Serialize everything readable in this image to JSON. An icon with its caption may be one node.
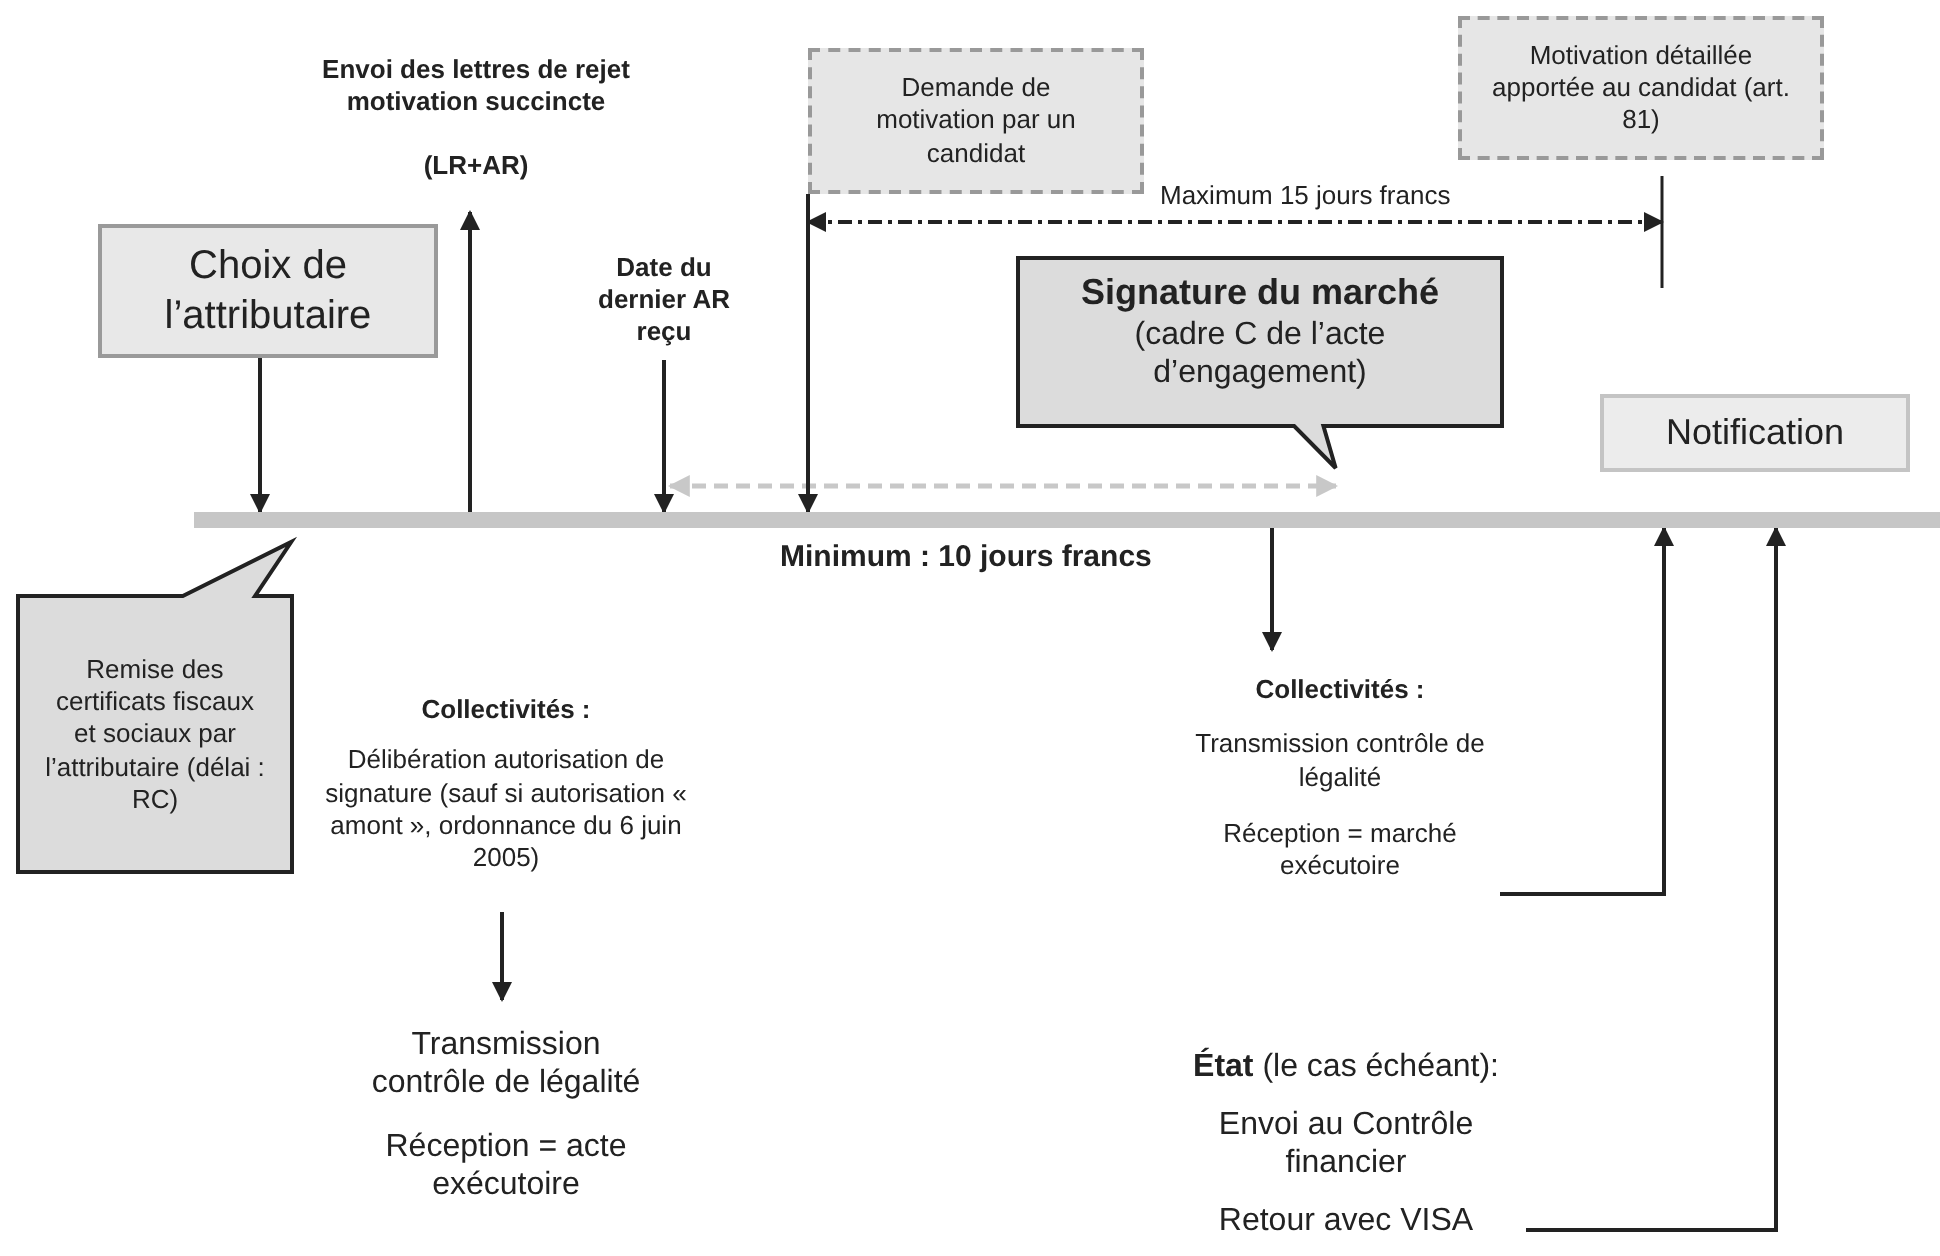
{
  "diagram": {
    "nodes": [
      {
        "text": [
          "Envoi des lettres de rejet motivation succincte",
          "(LR+AR)"
        ]
      },
      {
        "text": [
          "Choix de l’attributaire"
        ]
      },
      {
        "text": [
          "Date du dernier AR reçu"
        ]
      },
      {
        "text": [
          "Demande de motivation par un candidat"
        ]
      },
      {
        "text": [
          "Motivation détaillée apportée au candidat (art. 81)"
        ]
      },
      {
        "text": [
          "Signature du marché",
          "(cadre C de l’acte d’engagement)"
        ]
      },
      {
        "text": [
          "Notification"
        ]
      },
      {
        "text": [],
        "shape": "bar"
      },
      {
        "text": [
          "Remise des certificats fiscaux et sociaux par l’attributaire (délai : RC)"
        ]
      },
      {
        "text": [
          "Collectivités :",
          "Délibération autorisation de signature (sauf si autorisation « amont », ordonnance du 6 juin 2005)"
        ]
      },
      {
        "text": [
          "Transmission contrôle de légalité",
          "Réception = acte exécutoire"
        ]
      },
      {
        "text": [
          "Collectivités :",
          "Transmission contrôle de légalité",
          "Réception = marché exécutoire"
        ]
      },
      {
        "text": [
          "**État** (le cas échéant):",
          "Envoi au Contrôle financier",
          "Retour avec VISA"
        ]
      }
    ],
    "edges": [
      {
        "from": 7,
        "to": 0,
        "arrow": "to"
      },
      {
        "from": 1,
        "to": 7,
        "arrow": "to"
      },
      {
        "from": 2,
        "to": 7,
        "arrow": "to"
      },
      {
        "from": 3,
        "to": 7,
        "arrow": "to"
      },
      {
        "from": 9,
        "to": 10,
        "arrow": "to"
      },
      {
        "from": 7,
        "to": 11,
        "arrow": "to"
      },
      {
        "from": 11,
        "to": 7,
        "arrow": "to"
      },
      {
        "from": 12,
        "to": 7,
        "arrow": "to"
      }
    ],
    "labels": [
      "Maximum 15 jours francs",
      "Minimum : 10 jours francs"
    ]
  }
}
